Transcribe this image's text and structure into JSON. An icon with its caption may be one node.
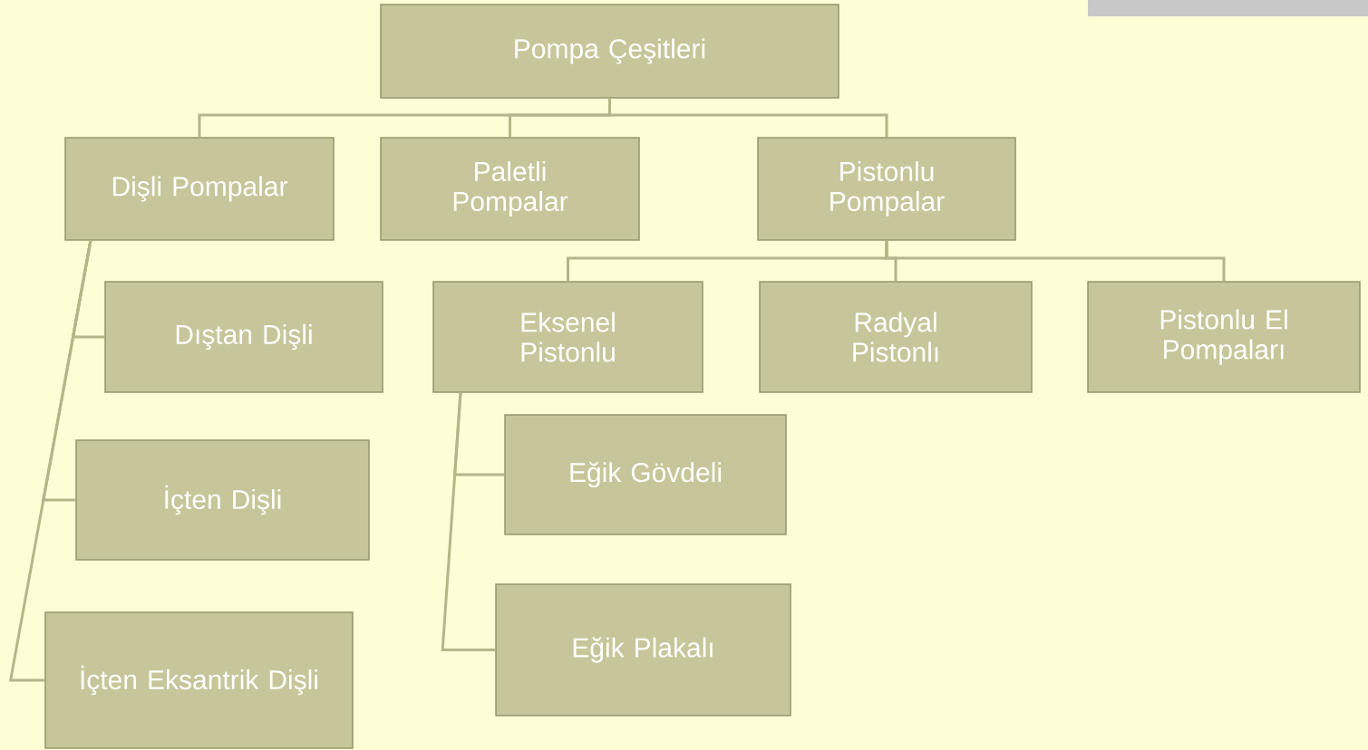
{
  "diagram": {
    "nodes": [
      {
        "text": [
          "Pompa Çeşitleri"
        ]
      },
      {
        "text": [
          "Dişli Pompalar"
        ]
      },
      {
        "text": [
          "Paletli Pompalar"
        ]
      },
      {
        "text": [
          "Pistonlu Pompalar"
        ]
      },
      {
        "text": [
          "Dıştan Dişli"
        ]
      },
      {
        "text": [
          "İçten Dişli"
        ]
      },
      {
        "text": [
          "İçten Eksantrik Dişli"
        ]
      },
      {
        "text": [
          "Eksenel Pistonlu"
        ]
      },
      {
        "text": [
          "Radyal Pistonlı"
        ]
      },
      {
        "text": [
          "Pistonlu El Pompaları"
        ]
      },
      {
        "text": [
          "Eğik Gövdeli"
        ]
      },
      {
        "text": [
          "Eğik Plakalı"
        ]
      }
    ],
    "edges": [
      {
        "from": 0,
        "to": 1,
        "arrow": "none"
      },
      {
        "from": 0,
        "to": 2,
        "arrow": "none"
      },
      {
        "from": 0,
        "to": 3,
        "arrow": "none"
      },
      {
        "from": 1,
        "to": 4,
        "arrow": "none"
      },
      {
        "from": 1,
        "to": 5,
        "arrow": "none"
      },
      {
        "from": 1,
        "to": 6,
        "arrow": "none"
      },
      {
        "from": 3,
        "to": 7,
        "arrow": "none"
      },
      {
        "from": 3,
        "to": 8,
        "arrow": "none"
      },
      {
        "from": 3,
        "to": 9,
        "arrow": "none"
      },
      {
        "from": 7,
        "to": 10,
        "arrow": "none"
      },
      {
        "from": 7,
        "to": 11,
        "arrow": "none"
      }
    ]
  }
}
